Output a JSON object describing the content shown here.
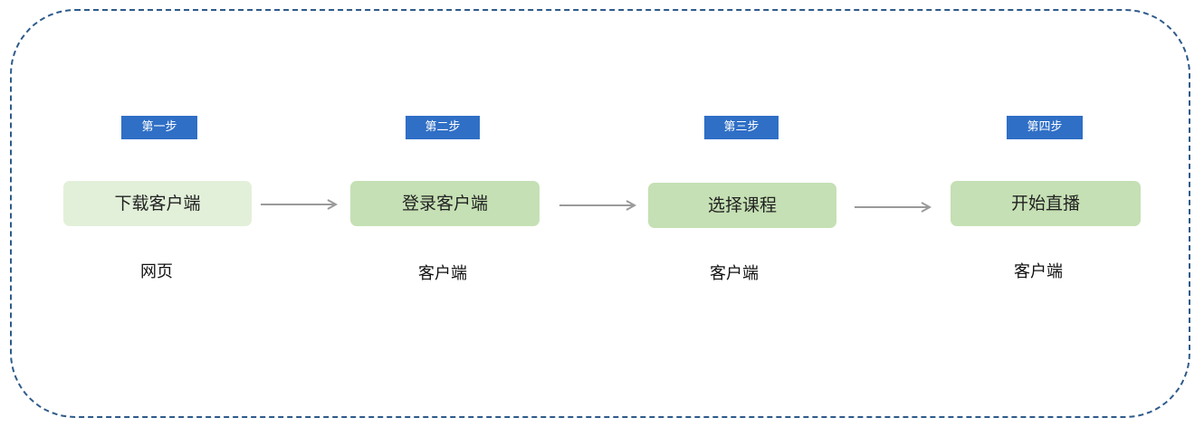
{
  "steps": [
    {
      "badge": "第一步",
      "label": "下载客户端",
      "caption": "网页"
    },
    {
      "badge": "第二步",
      "label": "登录客户端",
      "caption": "客户端"
    },
    {
      "badge": "第三步",
      "label": "选择课程",
      "caption": "客户端"
    },
    {
      "badge": "第四步",
      "label": "开始直播",
      "caption": "客户端"
    }
  ],
  "colors": {
    "frame_border": "#2e5a8a",
    "badge_bg": "#2f6fc6",
    "box_light": "#e2f0d9",
    "box_mid": "#c5e0b4",
    "arrow": "#9a9a9a"
  },
  "icons": [
    "arrow-right-icon"
  ]
}
